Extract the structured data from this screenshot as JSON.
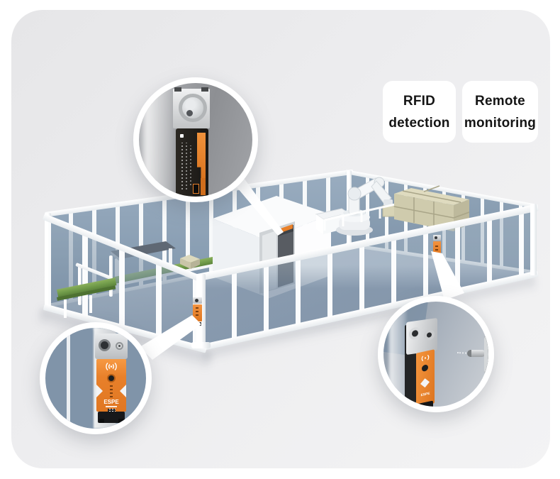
{
  "page": {
    "background": "#ffffff",
    "card_background": "#ededef"
  },
  "badges": [
    {
      "line1": "RFID",
      "line2": "detection"
    },
    {
      "line1": "Remote",
      "line2": "monitoring"
    }
  ],
  "device": {
    "brand": "ESPE"
  },
  "callouts": [
    {
      "name": "door-interlock-side-closeup"
    },
    {
      "name": "gate-interlock-front-closeup"
    },
    {
      "name": "interlock-with-actuator-closeup"
    }
  ],
  "colors": {
    "accent_orange": "#e8802a",
    "glass_blue": "#8499ae",
    "floor_blue": "#b5c0ce",
    "conveyor_green": "#6f9a49",
    "carton_beige": "#d6d2b5",
    "frame_white": "#ffffff",
    "text_dark": "#151515"
  }
}
